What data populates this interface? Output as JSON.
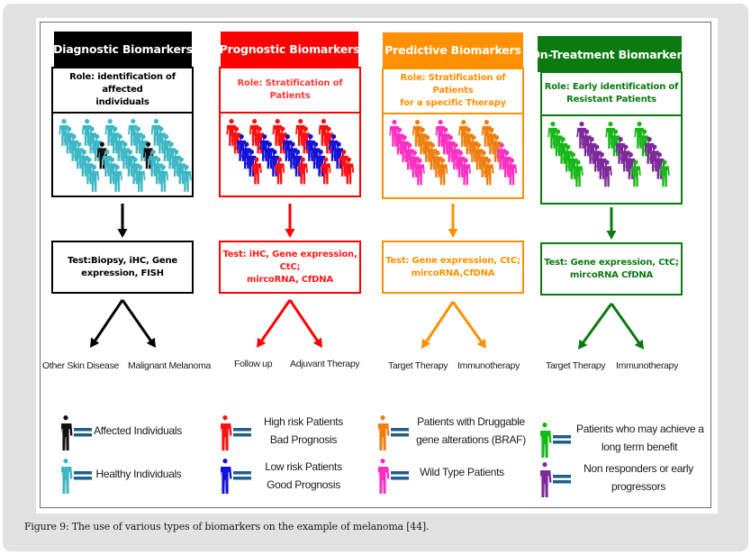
{
  "figure": {
    "caption": "Figure 9: The use of various types of biomarkers on the example of melanoma [44]."
  },
  "columns": [
    {
      "id": "diagnostic",
      "title": "Diagnostic Biomarkers",
      "color": "#000000",
      "text_color": "#000000",
      "role": "Role: identification of affected individuals",
      "role_lines": [
        "Role: identification of affected",
        "individuals"
      ],
      "test_lines": [
        "Test:Biopsy, iHC, Gene",
        "expression, FISH"
      ],
      "outcomes": [
        "Other Skin Disease",
        "Malignant Melanoma"
      ],
      "crowd": {
        "primary": "#3fb8c6",
        "secondary": "#111111",
        "primary_label": "healthy",
        "secondary_label": "affected"
      }
    },
    {
      "id": "prognostic",
      "title": "Prognostic Biomarkers",
      "color": "#ff0000",
      "text_color": "#ff2a2a",
      "role": "Role: Stratification of Patients",
      "role_lines": [
        "Role: Stratification of Patients"
      ],
      "test_lines": [
        "Test: iHC, Gene expression, CtC;",
        "mircoRNA, CfDNA"
      ],
      "outcomes": [
        "Follow up",
        "Adjuvant Therapy"
      ],
      "crowd": {
        "primary": "#ff1010",
        "secondary": "#1212d8",
        "primary_label": "high-risk",
        "secondary_label": "low-risk"
      }
    },
    {
      "id": "predictive",
      "title": "Predictive Biomarkers",
      "color": "#ff9000",
      "text_color": "#ff9000",
      "role": "Role: Stratification of Patients for a specific Therapy",
      "role_lines": [
        "Role: Stratification of Patients",
        "for a specific Therapy"
      ],
      "test_lines": [
        "Test: Gene expression, CtC;",
        "mircoRNA,CfDNA"
      ],
      "outcomes": [
        "Target Therapy",
        "Immunotherapy"
      ],
      "crowd": {
        "primary": "#ff2fc4",
        "secondary": "#ee7f10",
        "primary_label": "wild-type",
        "secondary_label": "druggable"
      }
    },
    {
      "id": "on-treatment",
      "title": "On-Treatment Biomarkers",
      "color": "#0b7a10",
      "text_color": "#0b7a10",
      "role": "Role: Early identification of Resistant Patients",
      "role_lines": [
        "Role: Early identification of",
        "Resistant Patients"
      ],
      "test_lines": [
        "Test: Gene expression, CtC;",
        "mircoRNA CfDNA"
      ],
      "outcomes": [
        "Target Therapy",
        "Immunotherapy"
      ],
      "crowd": {
        "primary": "#17b817",
        "secondary": "#7e2a9a",
        "primary_label": "benefit",
        "secondary_label": "non-responder"
      }
    }
  ],
  "legend": [
    {
      "icon": "person-black-icon",
      "color": "#111111",
      "lines": [
        "Affected Individuals"
      ]
    },
    {
      "icon": "person-teal-icon",
      "color": "#3fb8c6",
      "lines": [
        "Healthy Individuals"
      ]
    },
    {
      "icon": "person-red-icon",
      "color": "#ff1010",
      "lines": [
        "High risk Patients",
        "Bad Prognosis"
      ]
    },
    {
      "icon": "person-blue-icon",
      "color": "#1212d8",
      "lines": [
        "Low risk Patients",
        "Good Prognosis"
      ]
    },
    {
      "icon": "person-orange-icon",
      "color": "#ee7f10",
      "lines": [
        "Patients with Druggable",
        "gene alterations (BRAF)"
      ]
    },
    {
      "icon": "person-pink-icon",
      "color": "#ff2fc4",
      "lines": [
        "Wild Type Patients"
      ]
    },
    {
      "icon": "person-green-icon",
      "color": "#17b817",
      "lines": [
        "Patients who may achieve a",
        "long term benefit"
      ]
    },
    {
      "icon": "person-purple-icon",
      "color": "#7e2a9a",
      "lines": [
        "Non responders or early",
        "progressors"
      ]
    }
  ],
  "legend_equals_color": "#1f5f8a"
}
